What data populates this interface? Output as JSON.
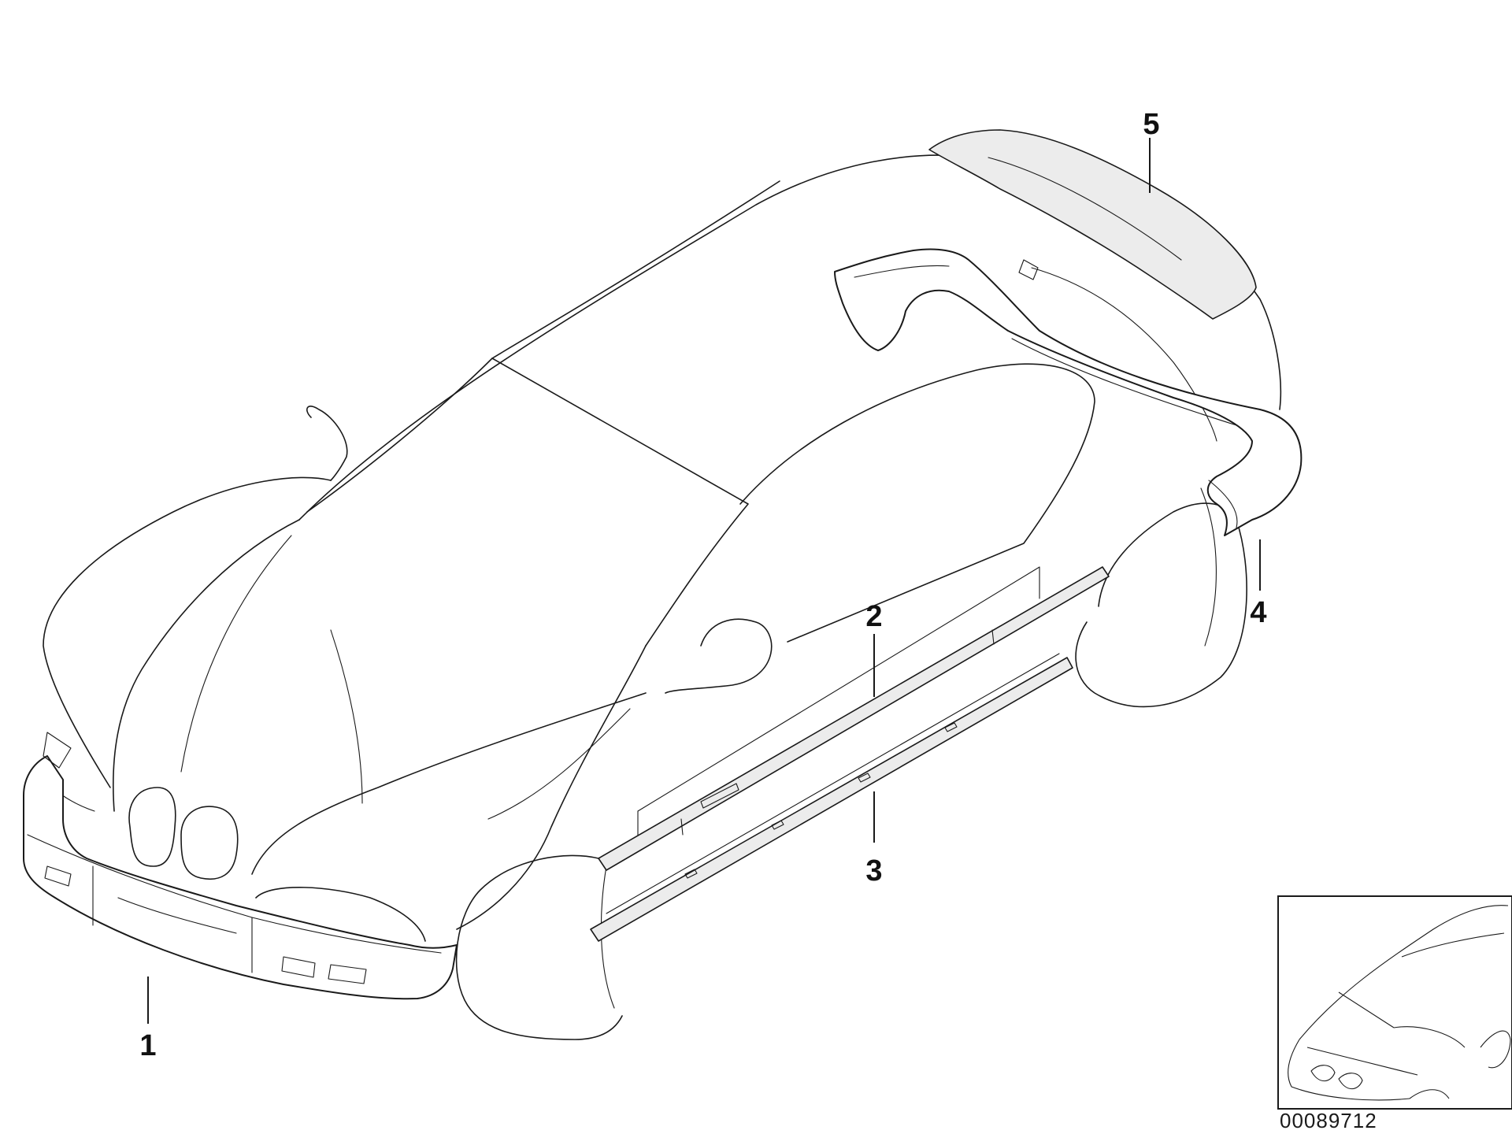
{
  "callouts": [
    {
      "id": "1",
      "label": "1"
    },
    {
      "id": "2",
      "label": "2"
    },
    {
      "id": "3",
      "label": "3"
    },
    {
      "id": "4",
      "label": "4"
    },
    {
      "id": "5",
      "label": "5"
    }
  ],
  "reference_number": "00089712"
}
